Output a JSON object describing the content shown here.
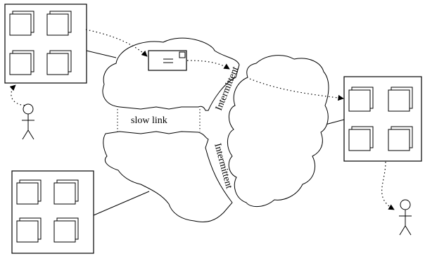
{
  "labels": {
    "slow_link": "slow link",
    "intermittent_upper": "Intermittent",
    "intermittent_lower": "Intermittent"
  },
  "icons": [
    "host-machine-icon",
    "person-icon",
    "message-envelope-icon",
    "network-cloud-icon"
  ],
  "colors": {
    "stroke": "#000000",
    "background": "#ffffff"
  }
}
